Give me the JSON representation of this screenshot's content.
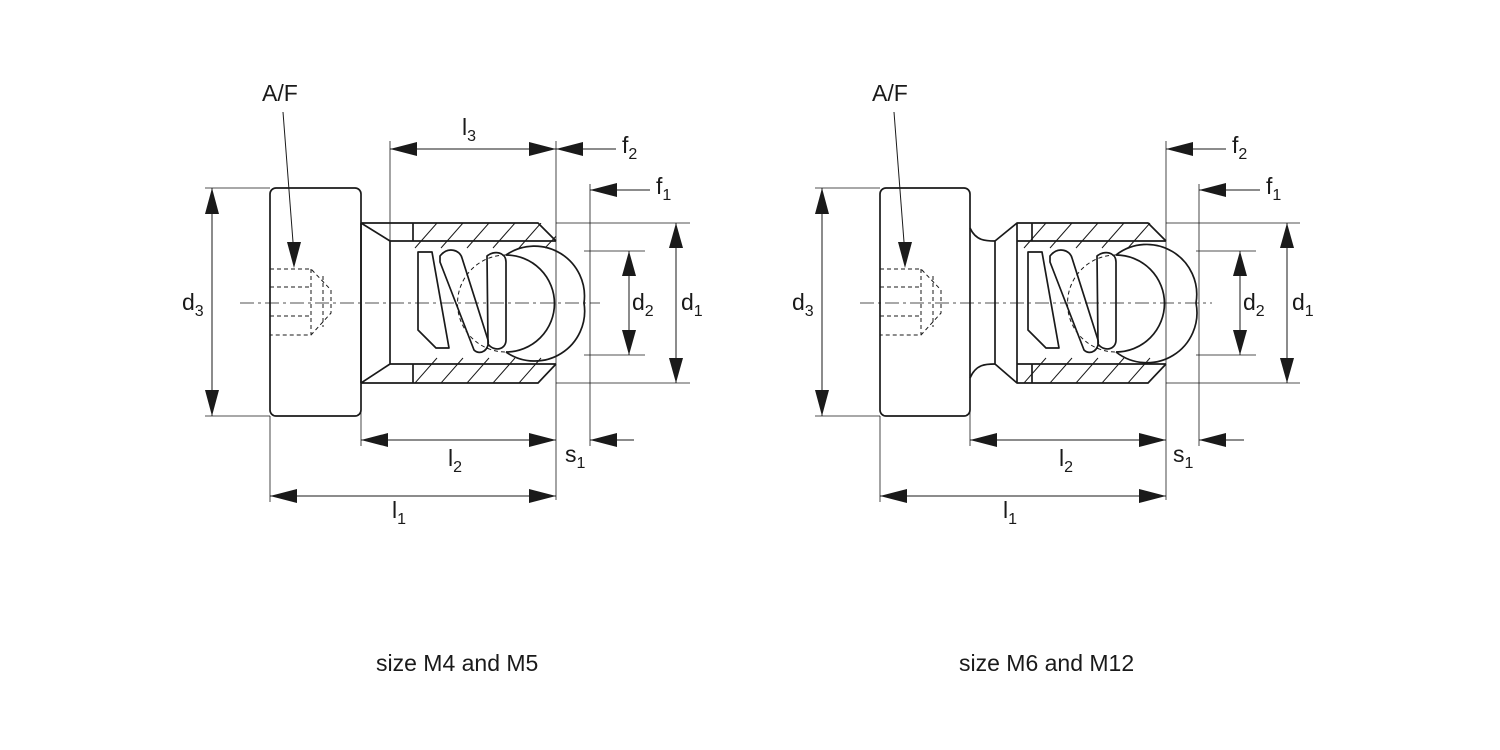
{
  "figures": [
    {
      "caption": "size M4 and M5",
      "neck": false,
      "labels": {
        "af": "A/F",
        "d1": "d",
        "d1_sub": "1",
        "d2": "d",
        "d2_sub": "2",
        "d3": "d",
        "d3_sub": "3",
        "f1": "f",
        "f1_sub": "1",
        "f2": "f",
        "f2_sub": "2",
        "l1": "l",
        "l1_sub": "1",
        "l2": "l",
        "l2_sub": "2",
        "l3": "l",
        "l3_sub": "3",
        "s1": "s",
        "s1_sub": "1"
      }
    },
    {
      "caption": "size M6 and M12",
      "neck": true,
      "labels": {
        "af": "A/F",
        "d1": "d",
        "d1_sub": "1",
        "d2": "d",
        "d2_sub": "2",
        "d3": "d",
        "d3_sub": "3",
        "f1": "f",
        "f1_sub": "1",
        "f2": "f",
        "f2_sub": "2",
        "l1": "l",
        "l1_sub": "1",
        "l2": "l",
        "l2_sub": "2",
        "s1": "s",
        "s1_sub": "1"
      }
    }
  ]
}
